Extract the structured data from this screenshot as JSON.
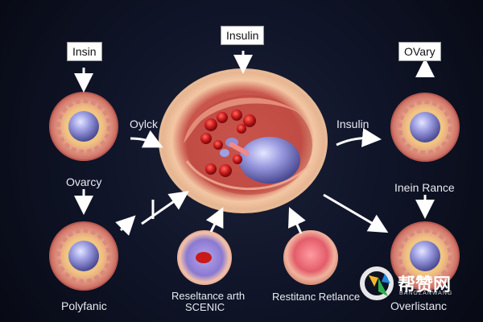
{
  "labels": {
    "top_center": "Insulin",
    "top_left": "Insin",
    "top_right": "OVary",
    "left_arrow_text": "Oylck",
    "right_arrow_text": "Insulin",
    "left_middle": "Ovarcy",
    "right_middle": "Inein Rance",
    "bottom_left": "Polyfanic",
    "bottom_center_left_1": "Reseltance arth",
    "bottom_center_left_2": "SCENIC",
    "bottom_center_right": "Restitanc Retlance",
    "bottom_right": "Overlistanc"
  },
  "watermark": {
    "text": "帮赞网",
    "subtext": "BANGZANWANG"
  },
  "colors": {
    "background": "#0b0f1d",
    "nucleus": "#8f90d8",
    "follicle_ring": "#e7a99a",
    "red_cells": "#c8191b",
    "cell_membrane": "#f1c9a6",
    "arrow": "#ffffff"
  }
}
